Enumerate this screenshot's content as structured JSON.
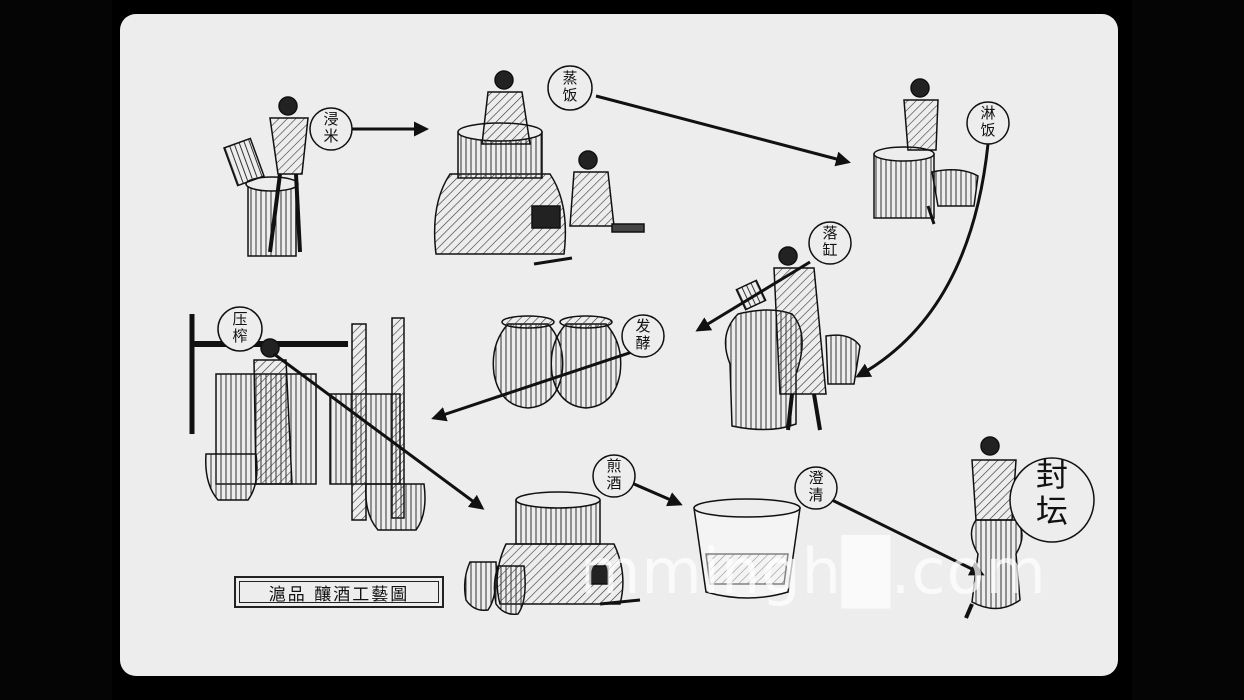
{
  "steps": {
    "soak": "浸米",
    "steam": "蒸饭",
    "pour": "淋饭",
    "vat": "落缸",
    "ferment": "发酵",
    "press": "压榨",
    "decoct": "煎酒",
    "clarify": "澄清",
    "seal": "封坛"
  },
  "plaque_text": "滬品 釀酒工藝圖",
  "watermark": "mmingh█.com",
  "colors": {
    "panel": "#ededed",
    "ink": "#111111",
    "frame": "#000000"
  }
}
